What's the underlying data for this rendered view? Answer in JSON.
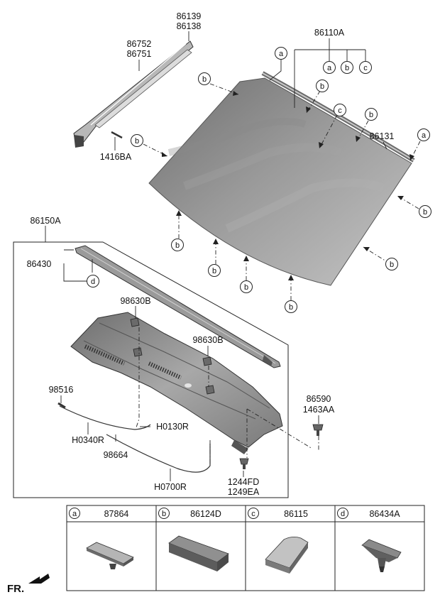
{
  "labels": {
    "p86139": "86139",
    "p86138": "86138",
    "p86752": "86752",
    "p86751": "86751",
    "p1416BA": "1416BA",
    "p86110A": "86110A",
    "p86131": "86131",
    "p86150A": "86150A",
    "p86430": "86430",
    "p98630B_1": "98630B",
    "p98630B_2": "98630B",
    "p98516": "98516",
    "pH0340R": "H0340R",
    "pH0130R": "H0130R",
    "p98664": "98664",
    "pH0700R": "H0700R",
    "p86590": "86590",
    "p1463AA": "1463AA",
    "p1244FD": "1244FD",
    "p1249EA": "1249EA",
    "fr": "FR."
  },
  "callouts": {
    "a": "a",
    "b": "b",
    "c": "c",
    "d": "d"
  },
  "legend": [
    {
      "letter": "a",
      "part": "87864"
    },
    {
      "letter": "b",
      "part": "86124D"
    },
    {
      "letter": "c",
      "part": "86115"
    },
    {
      "letter": "d",
      "part": "86434A"
    }
  ],
  "colors": {
    "glass_dark": "#7d7d7d",
    "glass_light": "#b9b9b9",
    "cowl": "#8e8e8e",
    "outline": "#222222"
  }
}
